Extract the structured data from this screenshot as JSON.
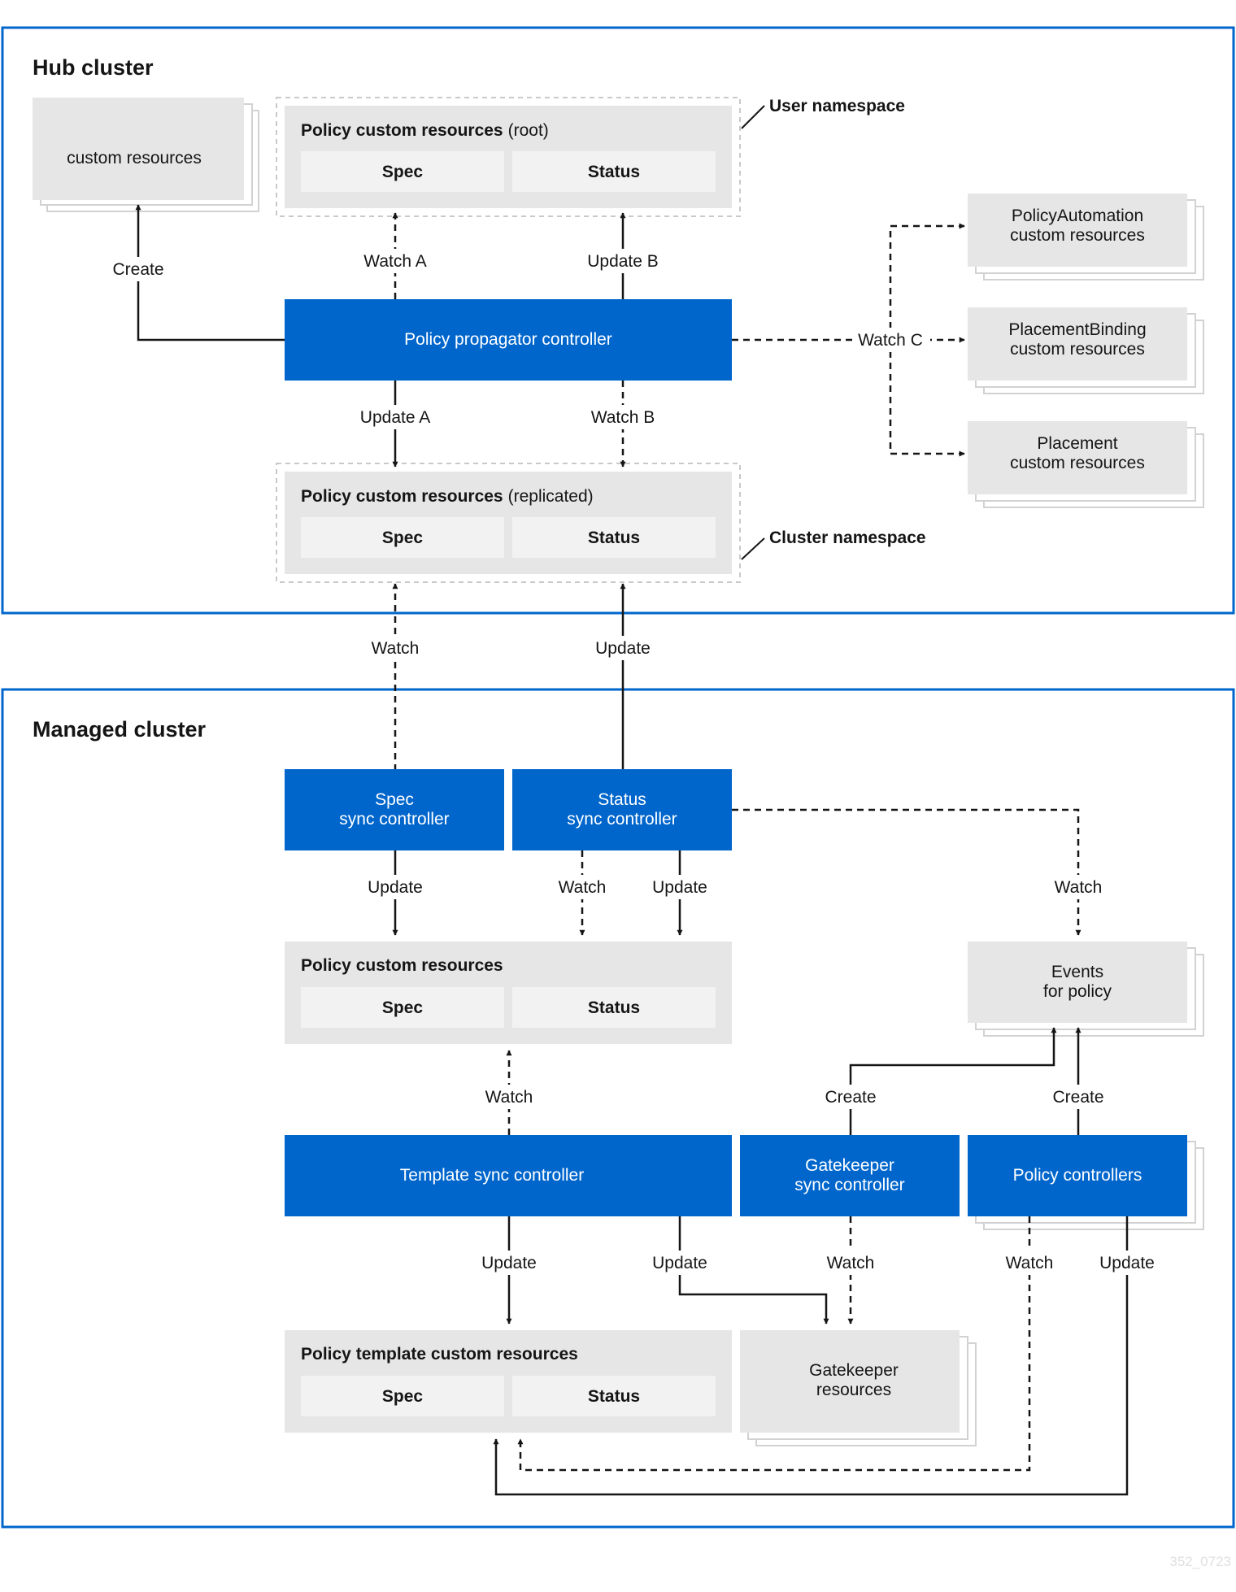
{
  "hub": {
    "title": "Hub cluster",
    "custom_resources": "custom resources",
    "root": {
      "title_bold": "Policy custom resources",
      "title_suffix": "(root)",
      "spec": "Spec",
      "status": "Status"
    },
    "user_namespace": "User namespace",
    "propagator": "Policy propagator controller",
    "replicated": {
      "title_bold": "Policy custom resources",
      "title_suffix": "(replicated)",
      "spec": "Spec",
      "status": "Status"
    },
    "cluster_namespace": "Cluster namespace",
    "policy_automation": [
      "PolicyAutomation",
      "custom resources"
    ],
    "placement_binding": [
      "PlacementBinding",
      "custom resources"
    ],
    "placement": [
      "Placement",
      "custom resources"
    ],
    "labels": {
      "create": "Create",
      "watch_a": "Watch A",
      "update_b": "Update B",
      "update_a": "Update A",
      "watch_b": "Watch B",
      "watch_c": "Watch C"
    }
  },
  "between": {
    "watch": "Watch",
    "update": "Update"
  },
  "managed": {
    "title": "Managed cluster",
    "spec_sync": [
      "Spec",
      "sync controller"
    ],
    "status_sync": [
      "Status",
      "sync controller"
    ],
    "policy_cr": {
      "title_bold": "Policy custom resources",
      "spec": "Spec",
      "status": "Status"
    },
    "events": [
      "Events",
      "for policy"
    ],
    "template_sync": "Template sync controller",
    "gatekeeper_sync": [
      "Gatekeeper",
      "sync controller"
    ],
    "policy_controllers": "Policy controllers",
    "template_cr": {
      "title_bold": "Policy template custom resources",
      "spec": "Spec",
      "status": "Status"
    },
    "gatekeeper_resources": [
      "Gatekeeper",
      "resources"
    ],
    "labels": {
      "update_spec": "Update",
      "watch_status": "Watch",
      "update_status": "Update",
      "watch_events": "Watch",
      "watch_template": "Watch",
      "create_gk": "Create",
      "create_pc": "Create",
      "update_tpl": "Update",
      "update_gk": "Update",
      "watch_gk": "Watch",
      "watch_pc": "Watch",
      "update_pc": "Update"
    }
  },
  "watermark": "352_0723"
}
